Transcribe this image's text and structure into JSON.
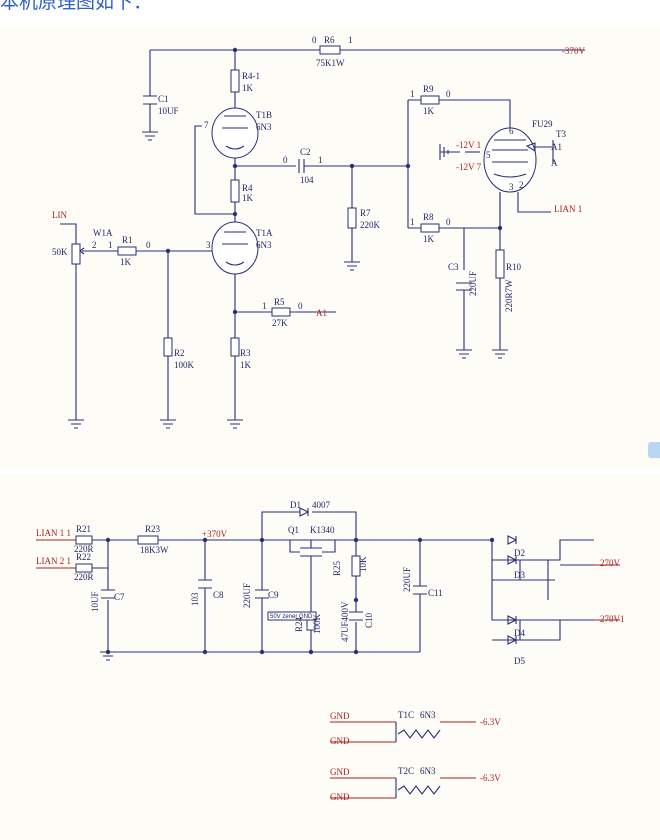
{
  "heading": "本机原理图如下：",
  "diagram1": {
    "labels": {
      "r6": "R6",
      "r6v": "75K1W",
      "neg370": "-370V",
      "c1": "C1",
      "c1v": "10UF",
      "r41": "R4-1",
      "r41v": "1K",
      "t1b": "T1B",
      "t1bv": "6N3",
      "r9": "R9",
      "r9v": "1K",
      "fu29": "FU29",
      "t3": "T3",
      "a1top": "A1",
      "a2top": "A",
      "m12v1": "-12V 1",
      "m12v7": "-12V 7",
      "c2": "C2",
      "c2v": "104",
      "r4": "R4",
      "r4v": "1K",
      "r7": "R7",
      "r7v": "220K",
      "r8": "R8",
      "r8v": "1K",
      "lian1": "LIAN 1",
      "lin": "LIN",
      "w1a": "W1A",
      "w1av": "50K",
      "r1": "R1",
      "r1v": "1K",
      "t1a": "T1A",
      "t1av": "6N3",
      "c3": "C3",
      "c3v": "220UF",
      "r10": "R10",
      "r10v": "220R7W",
      "r5": "R5",
      "r5v": "27K",
      "a1out": "A1",
      "r2": "R2",
      "r2v": "100K",
      "r3": "R3",
      "r3v": "1K"
    }
  },
  "diagram2": {
    "labels": {
      "d1": "D1",
      "d1v": "4007",
      "lian11": "LIAN 1 1",
      "lian21": "LIAN 2 1",
      "r21": "R21",
      "r21v": "220R",
      "r22": "R22",
      "r22v": "220R",
      "r23": "R23",
      "r23v": "18K3W",
      "p370": "+370V",
      "q1": "Q1",
      "q1v": "K1340",
      "c7": "C7",
      "c7v": "10UF",
      "c8": "C8",
      "c8v": "103",
      "c9": "C9",
      "c9v": "220UF",
      "r25": "R25",
      "r25v": "10K",
      "c10": "C10",
      "c10v": "47UF400V",
      "c11": "C11",
      "c11v": "220UF",
      "r24": "R24",
      "r24v": "100K",
      "zener": "50V zener GND",
      "d2": "D2",
      "d3": "D3",
      "d4": "D4",
      "d5": "D5",
      "v270": "270V",
      "v270b": "270V1",
      "gnd1": "GND",
      "gnd2": "GND",
      "gnd3": "GND",
      "gnd4": "GND",
      "t1c": "T1C",
      "t1cv": "6N3",
      "t2c": "T2C",
      "t2cv": "6N3",
      "m63a": "-6.3V",
      "m63b": "-6.3V"
    }
  }
}
